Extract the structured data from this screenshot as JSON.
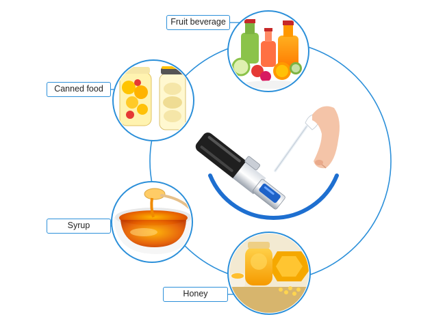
{
  "labels": {
    "fruit_beverage": "Fruit beverage",
    "canned_food": "Canned food",
    "syrup": "Syrup",
    "honey": "Honey"
  },
  "colors": {
    "accent_blue": "#2b8fd9",
    "refractometer_blue": "#1e62c8",
    "background": "#ffffff"
  },
  "icons": {
    "fruit_beverage": "fruit-juice-bottles-icon",
    "canned_food": "canned-fruit-jars-icon",
    "syrup": "syrup-bowl-icon",
    "honey": "honey-jar-icon",
    "center": "refractometer-with-pipette-icon"
  }
}
